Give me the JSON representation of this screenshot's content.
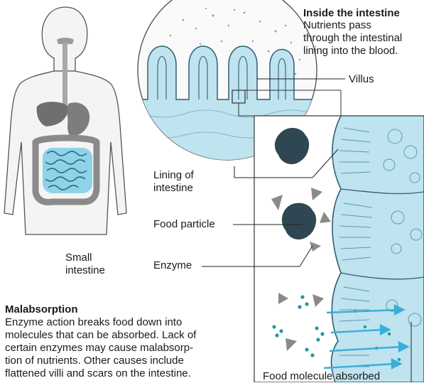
{
  "inset": {
    "title": "Inside the intestine",
    "text": "Nutrients pass\nthrough the intestinal\nlining into the blood."
  },
  "labels": {
    "villus": "Villus",
    "lining": "Lining of\nintestine",
    "food_particle": "Food particle",
    "enzyme": "Enzyme",
    "small_intestine": "Small\nintestine",
    "food_molecule": "Food molecule absorbed"
  },
  "malabsorption": {
    "title": "Malabsorption",
    "text": "Enzyme action breaks food down into\nmolecules that can be absorbed. Lack of\ncertain enzymes may cause malabsorp-\ntion of nutrients. Other causes include\nflattened villi and scars on the intestine."
  },
  "colors": {
    "tissue_blue": "#bfe3ef",
    "tissue_line": "#2f5f73",
    "molecule_teal": "#1f9aa6",
    "arrow_blue": "#3aaed8",
    "particle_dark": "#2f4752",
    "enzyme_gray": "#8a8a8a",
    "stomach": "#7d7d7d",
    "intestine_blue": "#8fd3e8"
  }
}
